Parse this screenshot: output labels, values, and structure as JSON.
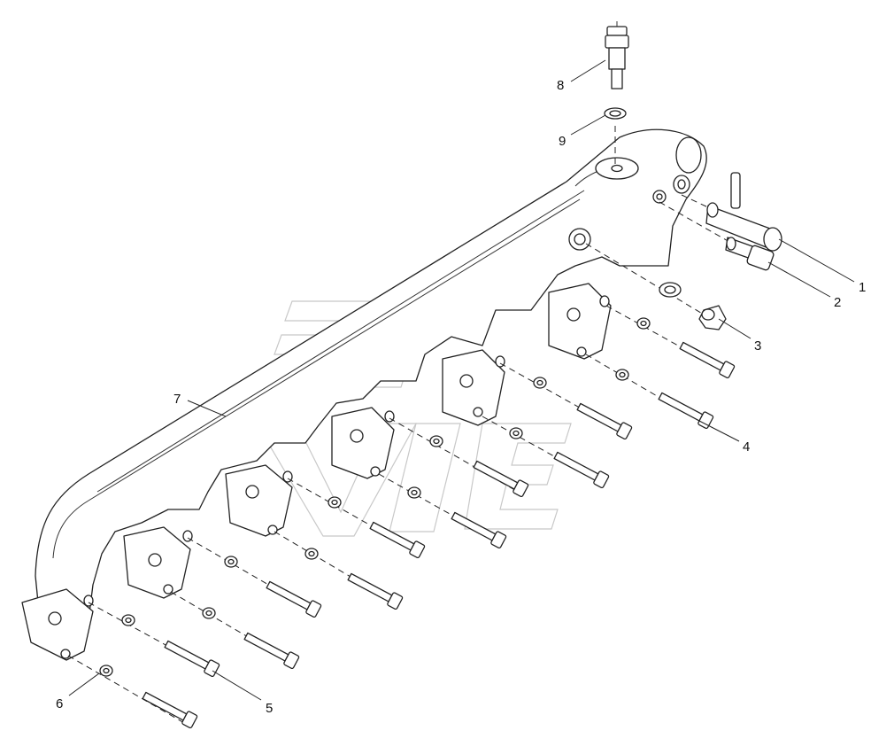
{
  "callouts": [
    {
      "id": "1",
      "label": "1"
    },
    {
      "id": "2",
      "label": "2"
    },
    {
      "id": "3",
      "label": "3"
    },
    {
      "id": "4",
      "label": "4"
    },
    {
      "id": "5",
      "label": "5"
    },
    {
      "id": "6",
      "label": "6"
    },
    {
      "id": "7",
      "label": "7"
    },
    {
      "id": "8",
      "label": "8"
    },
    {
      "id": "9",
      "label": "9"
    }
  ],
  "colors": {
    "line": "#222222",
    "watermark": "#c8c8c8",
    "background": "#ffffff"
  }
}
